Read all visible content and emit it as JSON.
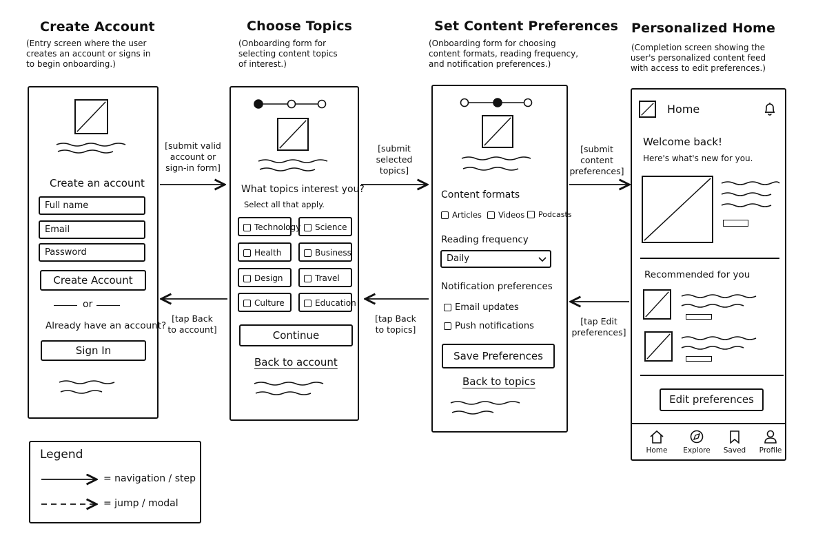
{
  "screens": {
    "create_account": {
      "title": "Create Account",
      "description": [
        "(Entry screen where the user",
        "creates an account or signs in",
        "to begin onboarding.)"
      ],
      "heading": "Create an account",
      "fields": [
        "Full name",
        "Email",
        "Password"
      ],
      "primary_button": "Create Account",
      "or_label": "or",
      "have_account": "Already have an account?",
      "sign_in_button": "Sign In"
    },
    "choose_topics": {
      "title": "Choose Topics",
      "description": [
        "(Onboarding form for",
        "selecting content topics",
        "of interest.)"
      ],
      "question": "What topics interest you?",
      "hint": "Select all that apply.",
      "topics": [
        "Technology",
        "Science",
        "Health",
        "Business",
        "Design",
        "Travel",
        "Culture",
        "Education"
      ],
      "continue_button": "Continue",
      "back_link": "Back to account"
    },
    "content_preferences": {
      "title": "Set Content Preferences",
      "description": [
        "(Onboarding form for choosing",
        "content formats, reading frequency,",
        "and notification preferences.)"
      ],
      "formats_label": "Content formats",
      "formats": [
        "Articles",
        "Videos",
        "Podcasts"
      ],
      "frequency_label": "Reading frequency",
      "frequency_value": "Daily",
      "notifications_label": "Notification preferences",
      "notifications": [
        "Email updates",
        "Push notifications"
      ],
      "save_button": "Save Preferences",
      "back_link": "Back to topics"
    },
    "personalized_home": {
      "title": "Personalized Home",
      "description": [
        "(Completion screen showing the",
        "user's personalized content feed",
        "with access to edit preferences.)"
      ],
      "header_title": "Home",
      "welcome": "Welcome back!",
      "welcome_sub": "Here's what's new for you.",
      "recommended": "Recommended for you",
      "edit_button": "Edit preferences",
      "nav": [
        "Home",
        "Explore",
        "Saved",
        "Profile"
      ]
    }
  },
  "transitions": {
    "t1": [
      "[submit valid",
      "account or",
      "sign-in form]"
    ],
    "t2": [
      "[submit",
      "selected",
      "topics]"
    ],
    "t3": [
      "[submit",
      "content",
      "preferences]"
    ],
    "b1": [
      "[tap Back",
      "to account]"
    ],
    "b2": [
      "[tap Back",
      "to topics]"
    ],
    "b3": [
      "[tap Edit",
      "preferences]"
    ]
  },
  "legend": {
    "title": "Legend",
    "solid": "= navigation / step",
    "dashed": "= jump / modal"
  }
}
